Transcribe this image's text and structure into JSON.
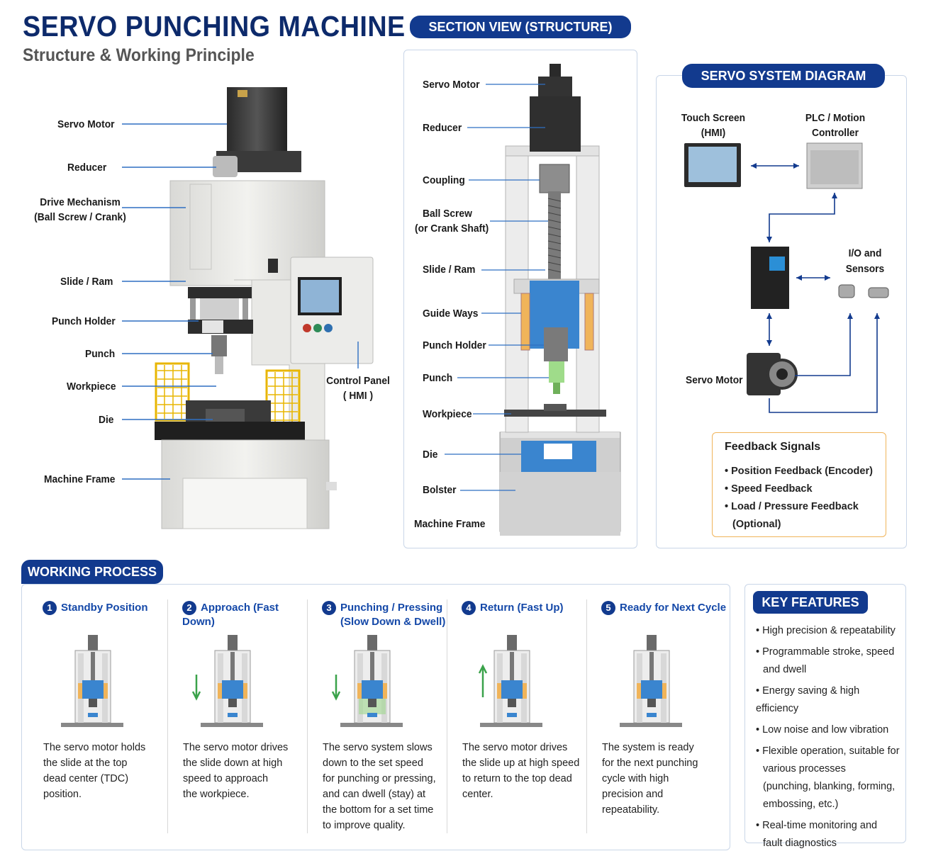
{
  "header": {
    "title": "SERVO PUNCHING MACHINE",
    "subtitle": "Structure & Working Principle"
  },
  "machine_labels": {
    "servo_motor": "Servo Motor",
    "reducer": "Reducer",
    "drive_line1": "Drive Mechanism",
    "drive_line2": "(Ball Screw / Crank)",
    "slide": "Slide / Ram",
    "punch_holder": "Punch Holder",
    "punch": "Punch",
    "workpiece": "Workpiece",
    "die": "Die",
    "frame": "Machine Frame",
    "control_line1": "Control Panel",
    "control_line2": "( HMI )"
  },
  "section": {
    "title": "SECTION VIEW (STRUCTURE)",
    "servo_motor": "Servo Motor",
    "reducer": "Reducer",
    "coupling": "Coupling",
    "ball_screw_line1": "Ball Screw",
    "ball_screw_line2": "(or Crank Shaft)",
    "slide": "Slide / Ram",
    "guide_ways": "Guide Ways",
    "punch_holder": "Punch Holder",
    "punch": "Punch",
    "workpiece": "Workpiece",
    "die": "Die",
    "bolster": "Bolster",
    "frame": "Machine Frame"
  },
  "servo_system": {
    "title": "SERVO SYSTEM DIAGRAM",
    "touch_line1": "Touch Screen",
    "touch_line2": "(HMI)",
    "plc_line1": "PLC / Motion",
    "plc_line2": "Controller",
    "io_line1": "I/O and",
    "io_line2": "Sensors",
    "servo_motor": "Servo Motor",
    "feedback_title": "Feedback Signals",
    "feedback": [
      "• Position Feedback (Encoder)",
      "• Speed Feedback",
      "• Load / Pressure Feedback"
    ],
    "feedback_note": "(Optional)"
  },
  "process": {
    "title": "WORKING PROCESS",
    "steps": [
      {
        "num": "1",
        "title": "Standby Position",
        "title2": "",
        "text": [
          "The servo motor holds",
          "the slide at the top",
          "dead center (TDC)",
          "position."
        ]
      },
      {
        "num": "2",
        "title": "Approach (Fast Down)",
        "title2": "",
        "text": [
          "The servo motor drives",
          "the slide down at high",
          "speed to approach",
          "the workpiece."
        ]
      },
      {
        "num": "3",
        "title": "Punching / Pressing",
        "title2": "(Slow Down & Dwell)",
        "text": [
          "The servo system slows",
          "down to the set speed",
          "for punching or pressing,",
          "and can dwell (stay) at",
          "the bottom for a set time",
          "to improve quality."
        ]
      },
      {
        "num": "4",
        "title": "Return (Fast Up)",
        "title2": "",
        "text": [
          "The servo motor drives",
          "the slide up at high speed",
          "to return to the top dead",
          "center."
        ]
      },
      {
        "num": "5",
        "title": "Ready for Next Cycle",
        "title2": "",
        "text": [
          "The system is ready",
          "for the next punching",
          "cycle with high",
          "precision and",
          "repeatability."
        ]
      }
    ]
  },
  "features": {
    "title": "KEY FEATURES",
    "items": [
      [
        "• High precision & repeatability"
      ],
      [
        "• Programmable stroke, speed",
        "and dwell"
      ],
      [
        "• Energy saving & high efficiency"
      ],
      [
        "• Low noise and low vibration"
      ],
      [
        "• Flexible operation, suitable for",
        "various processes",
        "(punching, blanking, forming,",
        "embossing, etc.)"
      ],
      [
        "• Real-time monitoring and",
        "fault diagnostics"
      ]
    ]
  },
  "colors": {
    "navy": "#123a8e",
    "blue": "#2f7fd0",
    "orange": "#f0b45a",
    "green": "#3aa24a"
  }
}
